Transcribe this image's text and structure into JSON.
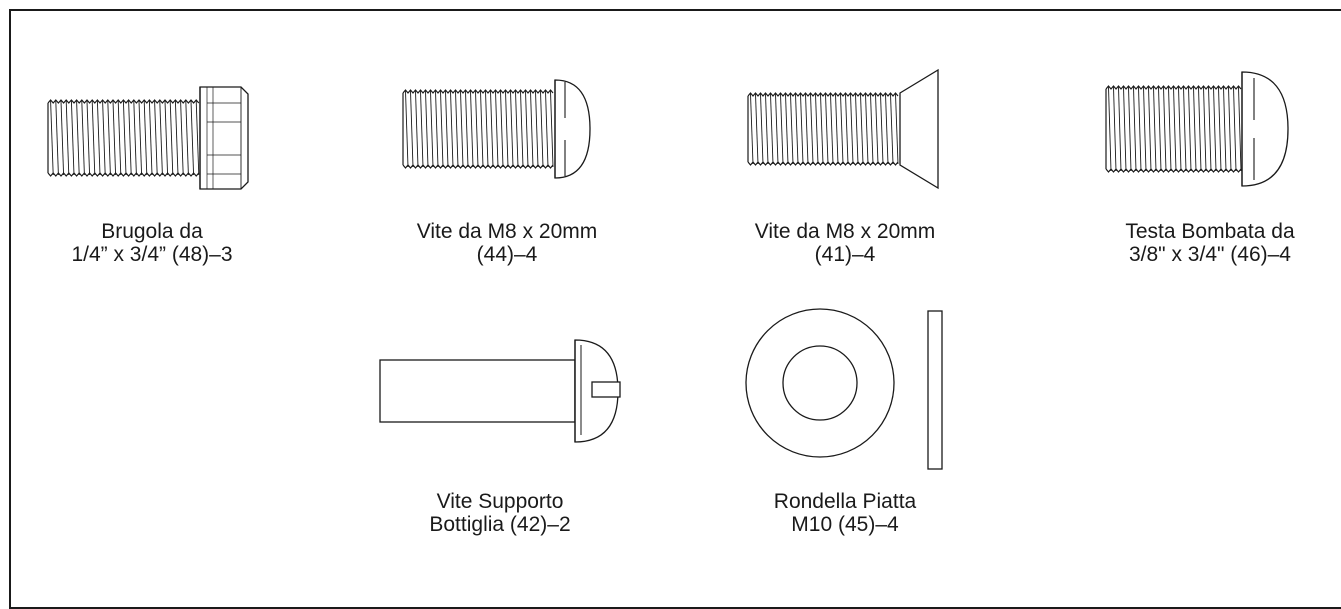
{
  "colors": {
    "ink": "#1a1a1a",
    "background": "#ffffff"
  },
  "parts": [
    {
      "icon": "socket-head-cap-screw-icon",
      "label_line1": "Brugola da",
      "label_line2": "1/4” x 3/4” (48)–3"
    },
    {
      "icon": "pan-head-screw-icon",
      "label_line1": "Vite da M8 x 20mm",
      "label_line2": "(44)–4"
    },
    {
      "icon": "flat-head-screw-icon",
      "label_line1": "Vite da M8 x 20mm",
      "label_line2": "(41)–4"
    },
    {
      "icon": "button-head-screw-icon",
      "label_line1": "Testa Bombata da",
      "label_line2": "3/8\" x 3/4\" (46)–4"
    },
    {
      "icon": "bottle-holder-screw-icon",
      "label_line1": "Vite Supporto",
      "label_line2": "Bottiglia (42)–2"
    },
    {
      "icon": "flat-washer-icon",
      "label_line1": "Rondella Piatta",
      "label_line2": "M10 (45)–4"
    }
  ]
}
